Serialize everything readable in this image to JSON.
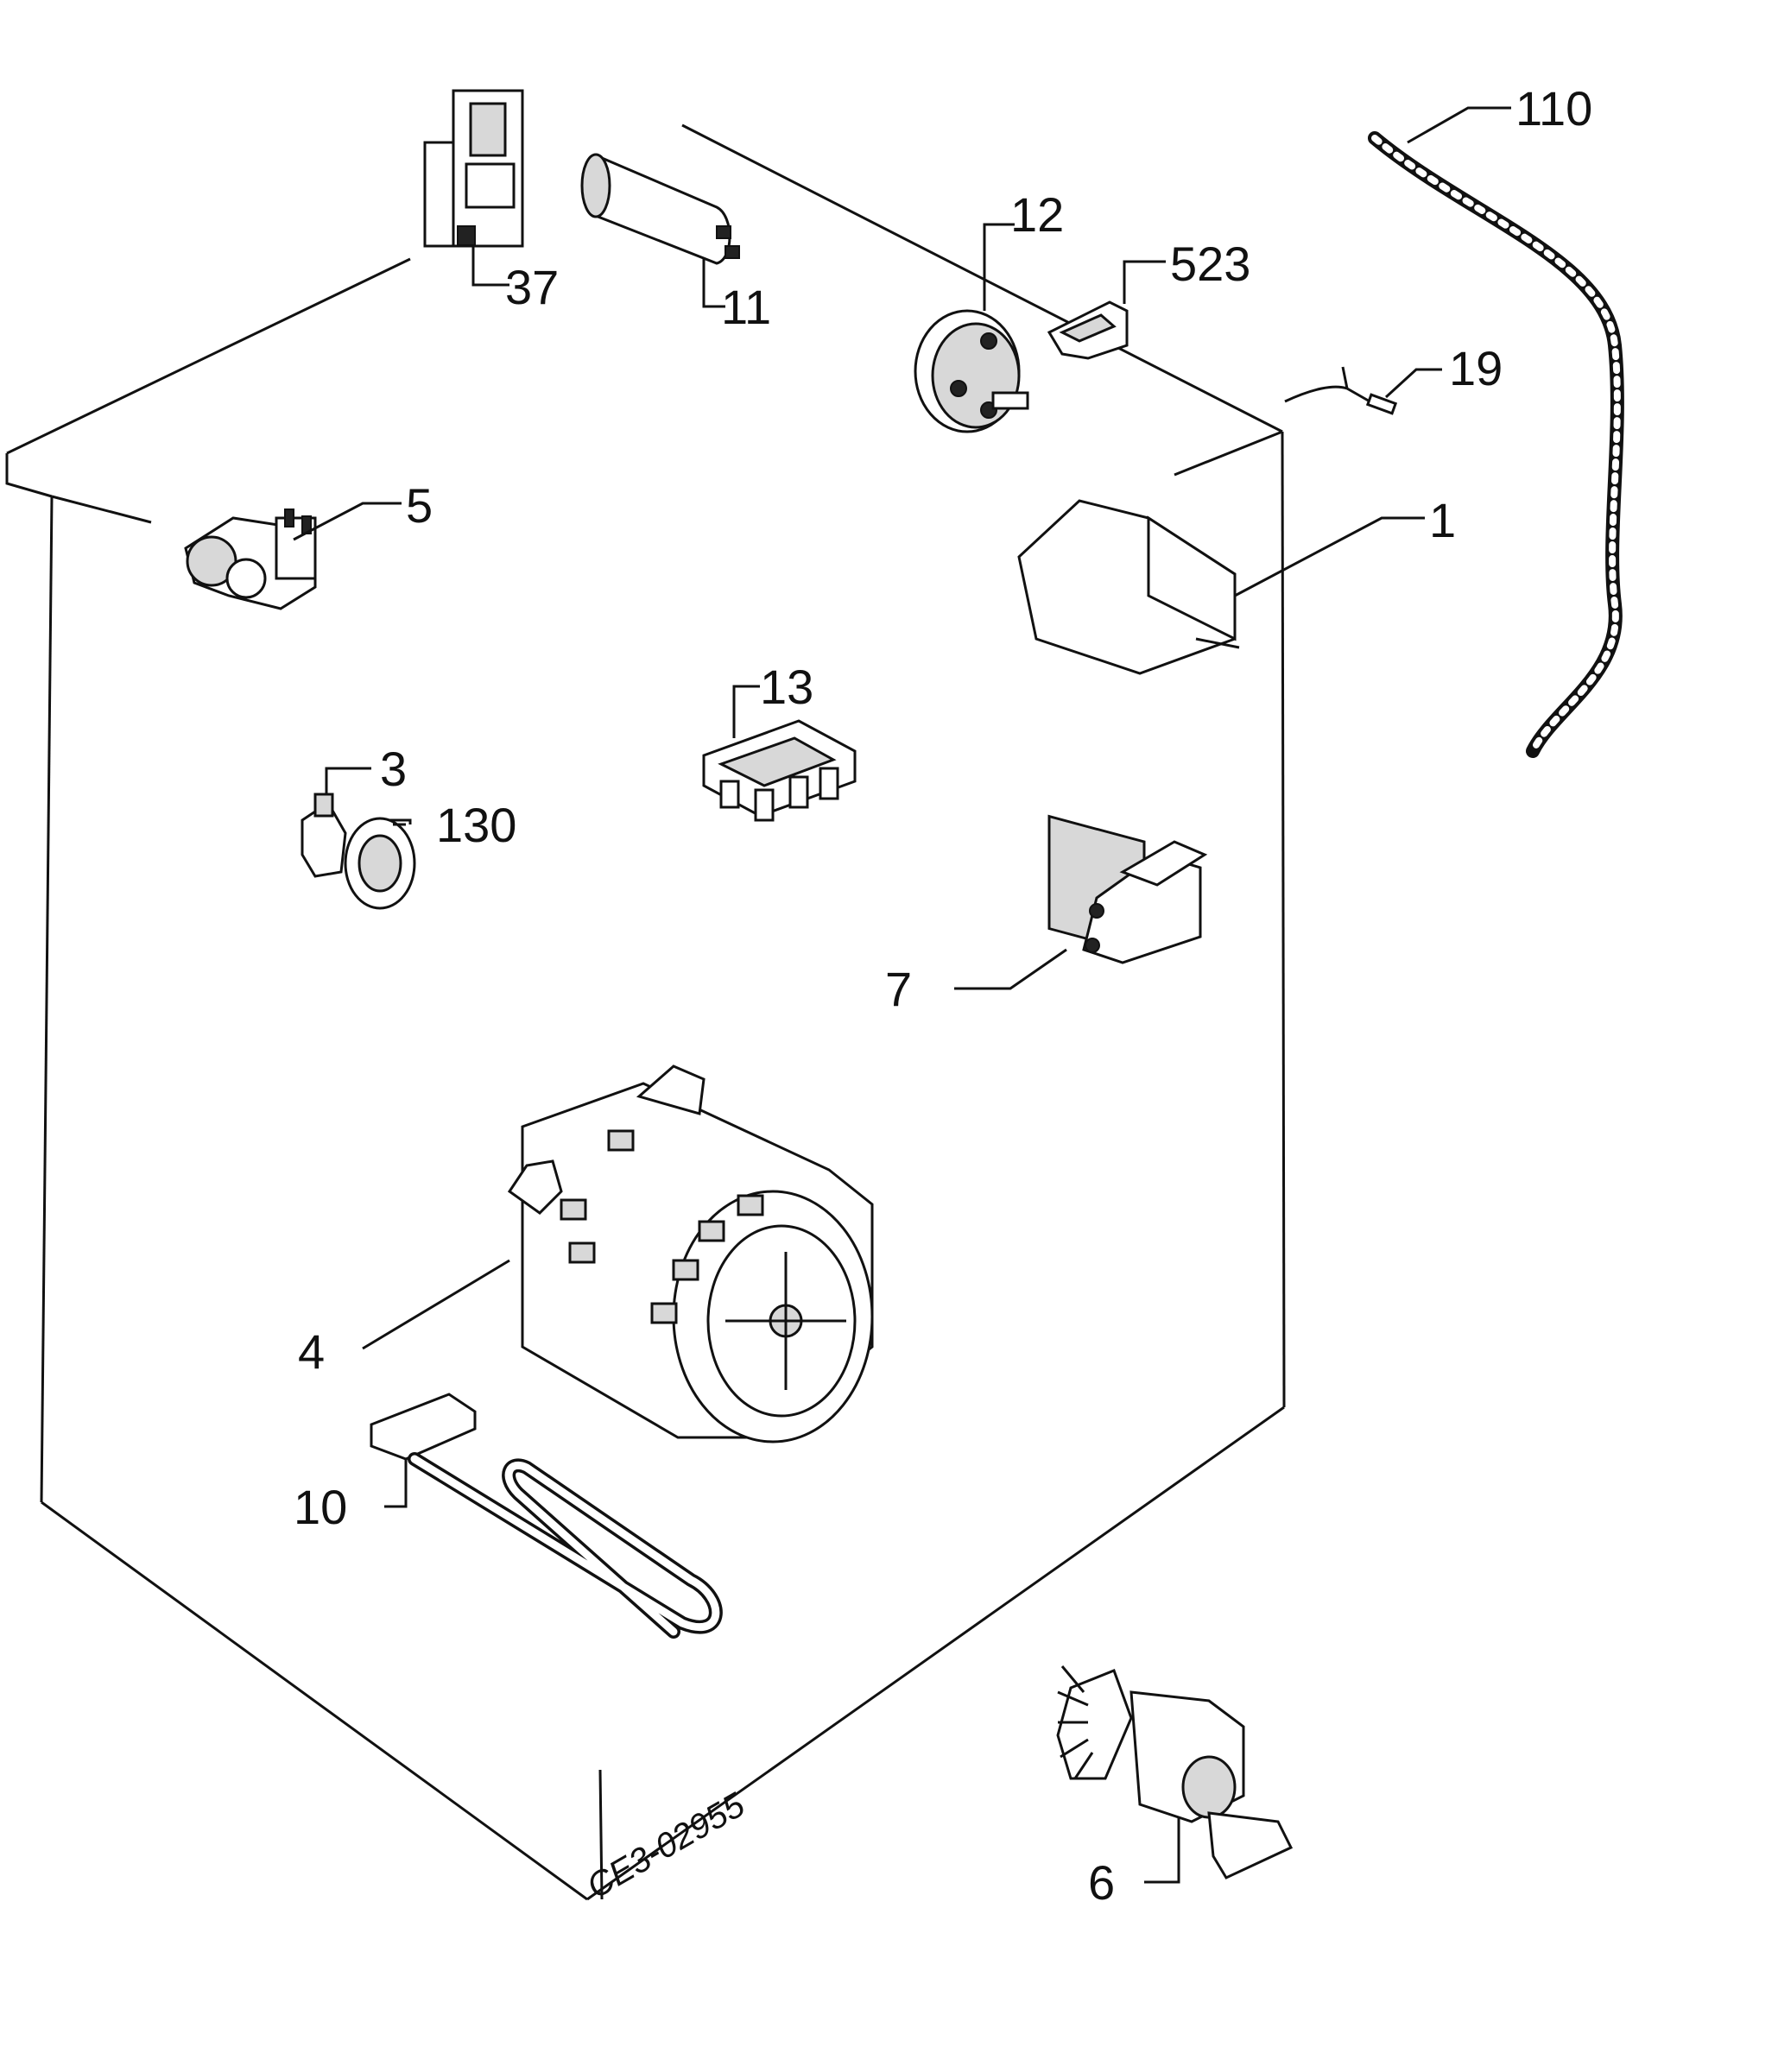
{
  "diagram": {
    "drawing_code": "CE3-02955",
    "parts": [
      {
        "id": "p110",
        "label": "110"
      },
      {
        "id": "p12",
        "label": "12"
      },
      {
        "id": "p523",
        "label": "523"
      },
      {
        "id": "p37",
        "label": "37"
      },
      {
        "id": "p11",
        "label": "11"
      },
      {
        "id": "p19",
        "label": "19"
      },
      {
        "id": "p5",
        "label": "5"
      },
      {
        "id": "p1",
        "label": "1"
      },
      {
        "id": "p13",
        "label": "13"
      },
      {
        "id": "p3",
        "label": "3"
      },
      {
        "id": "p130",
        "label": "130"
      },
      {
        "id": "p7",
        "label": "7"
      },
      {
        "id": "p4",
        "label": "4"
      },
      {
        "id": "p10",
        "label": "10"
      },
      {
        "id": "p6",
        "label": "6"
      }
    ]
  }
}
